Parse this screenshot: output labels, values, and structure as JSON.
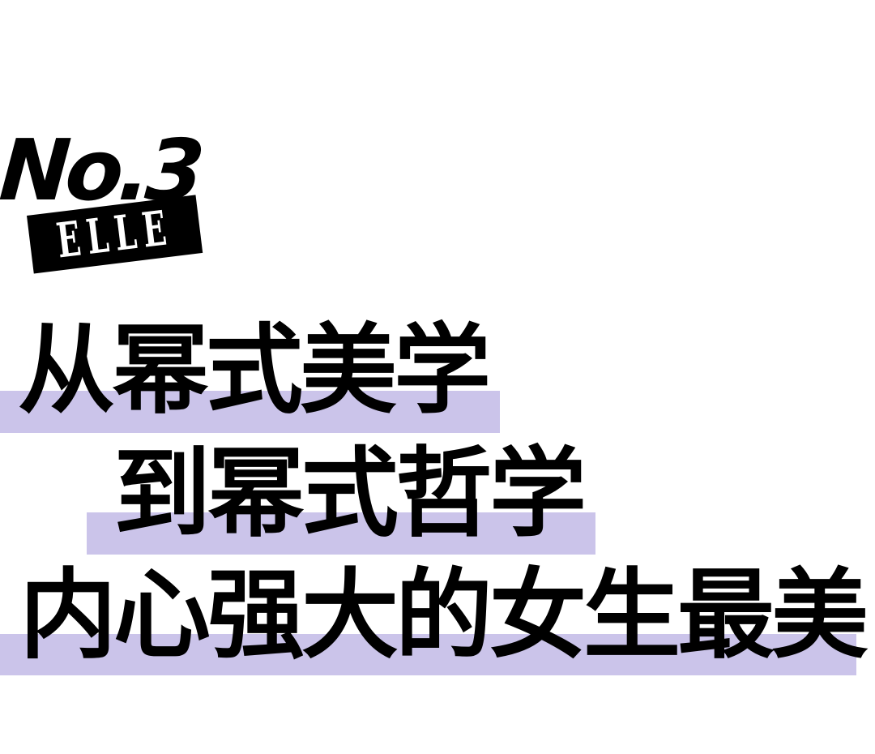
{
  "issue": {
    "number_label": "No.3",
    "brand": "ELLE"
  },
  "headline": {
    "line1": "从幂式美学",
    "line2": "到幂式哲学",
    "line3": "内心强大的女生最美"
  },
  "colors": {
    "highlight": "#cbc4ea",
    "text": "#000000",
    "badge": "#000000",
    "background": "#ffffff"
  }
}
